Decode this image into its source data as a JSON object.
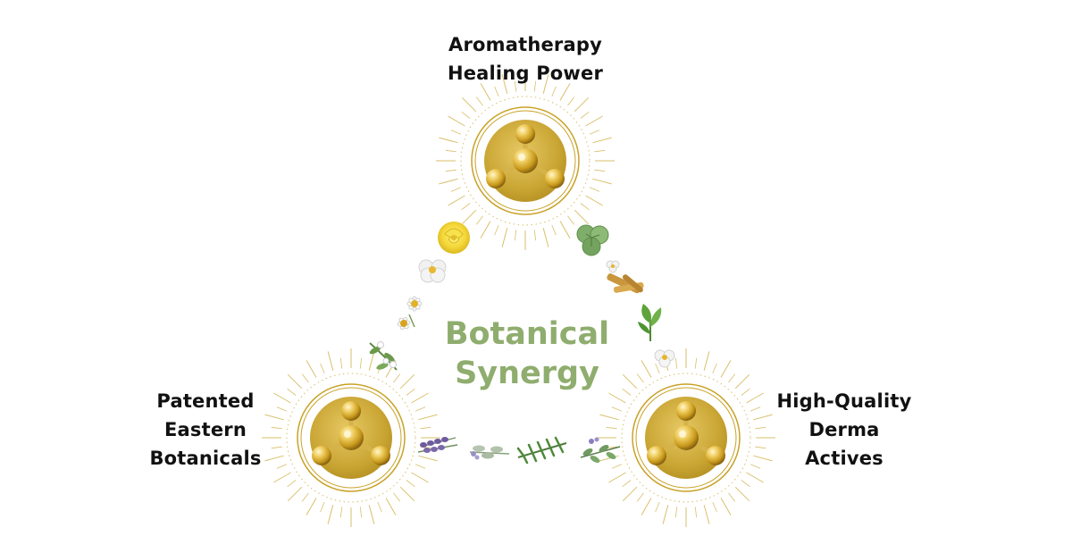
{
  "diagram": {
    "center": {
      "line1": "Botanical",
      "line2": "Synergy"
    },
    "nodes": {
      "top": {
        "label_lines": [
          "Aromatherapy",
          "Healing Power"
        ],
        "icon": "molecule-icon"
      },
      "left": {
        "label_lines": [
          "Patented",
          "Eastern",
          "Botanicals"
        ],
        "icon": "molecule-icon"
      },
      "right": {
        "label_lines": [
          "High-Quality",
          "Derma",
          "Actives"
        ],
        "icon": "molecule-icon"
      }
    },
    "edge_botanicals": {
      "left_edge": [
        "yellow-rose-icon",
        "white-flower-icon",
        "chamomile-icon",
        "jasmine-sprig-icon"
      ],
      "right_edge": [
        "centella-leaf-icon",
        "small-flower-icon",
        "licorice-root-icon",
        "tea-leaf-icon",
        "white-flower-icon"
      ],
      "bottom_edge": [
        "lavender-icon",
        "sage-sprig-icon",
        "rosemary-icon",
        "eucalyptus-icon"
      ]
    },
    "colors": {
      "gold": "#c9a227",
      "gold_light": "#e8cf7a",
      "gold_dark": "#a27d14",
      "ray": "#d9bf6a",
      "center_text": "#8fad6e",
      "label_text": "#111111"
    }
  }
}
